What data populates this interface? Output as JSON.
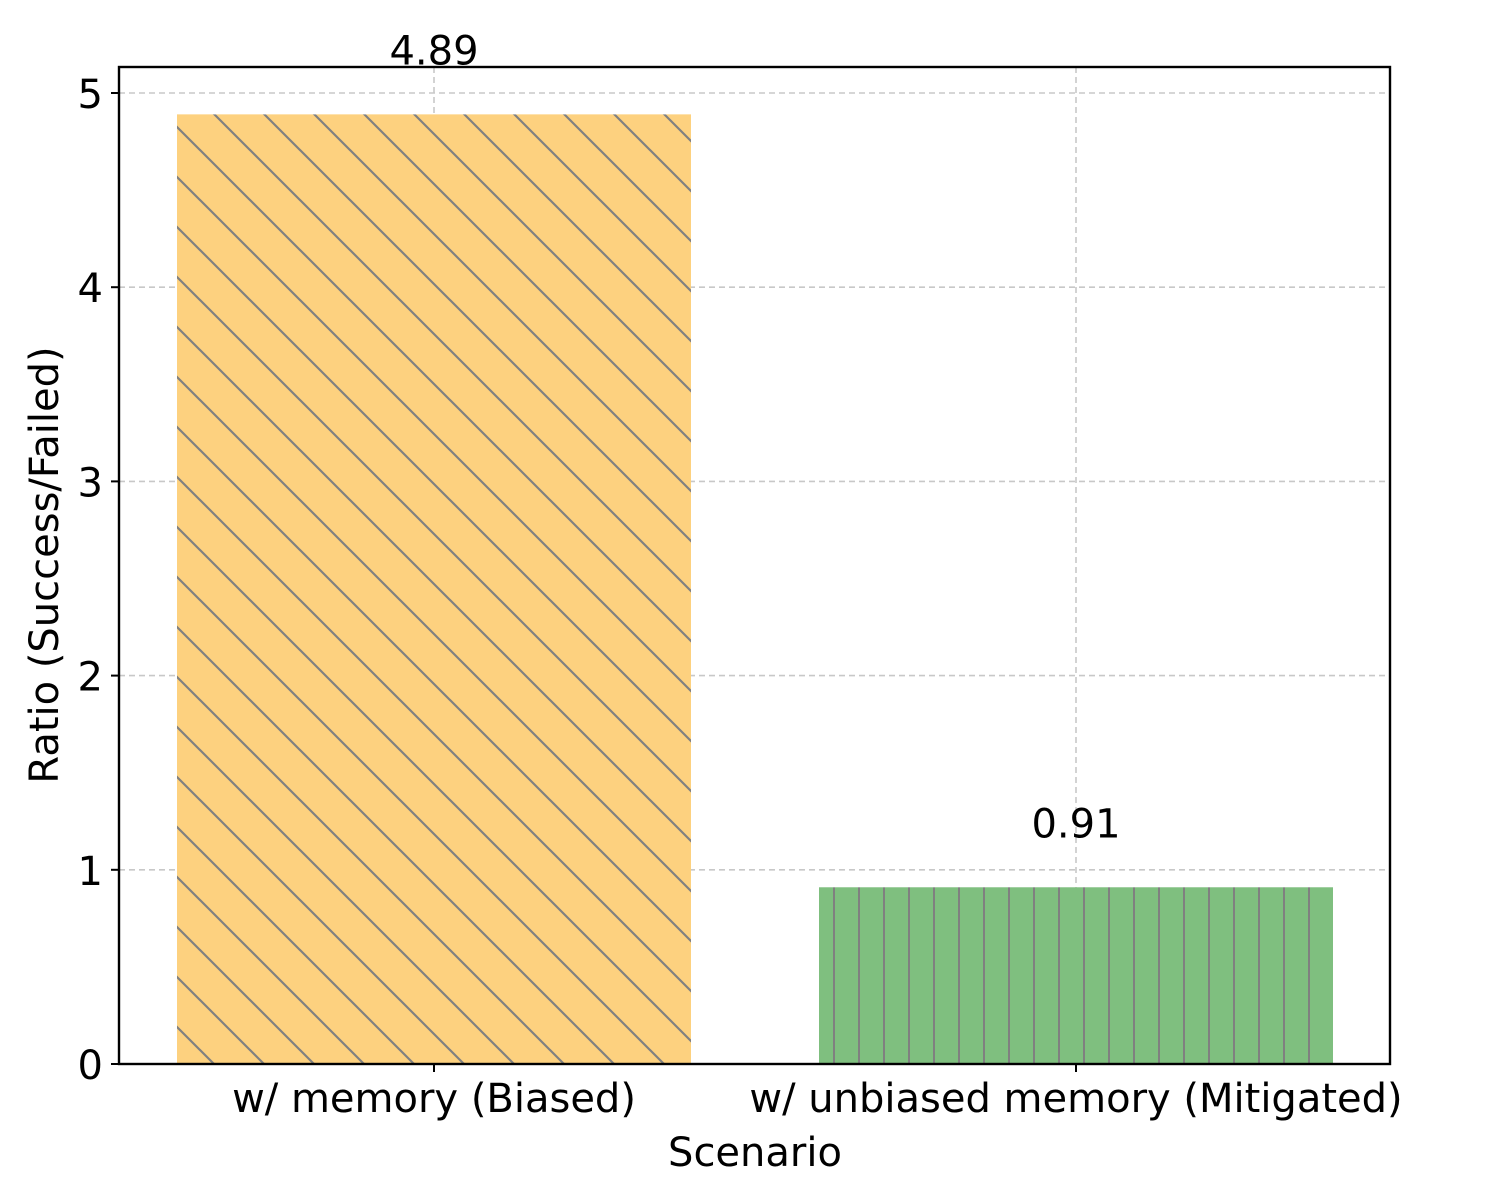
{
  "chart_data": {
    "type": "bar",
    "title": "",
    "xlabel": "Scenario",
    "ylabel": "Ratio (Success/Failed)",
    "categories": [
      "w/ memory (Biased)",
      "w/ unbiased memory (Mitigated)"
    ],
    "values": [
      4.89,
      0.91
    ],
    "value_labels": [
      "4.89",
      "0.91"
    ],
    "colors": [
      "#fdd17f",
      "#7fbf7f"
    ],
    "hatches": [
      "diagonal",
      "vertical"
    ],
    "hatch_color": "#808080",
    "ylim": [
      0,
      5.14
    ],
    "yticks": [
      0,
      1,
      2,
      3,
      4,
      5
    ],
    "ytick_labels": [
      "0",
      "1",
      "2",
      "3",
      "4",
      "5"
    ],
    "grid": true,
    "grid_style": "dashed",
    "legend": null
  }
}
